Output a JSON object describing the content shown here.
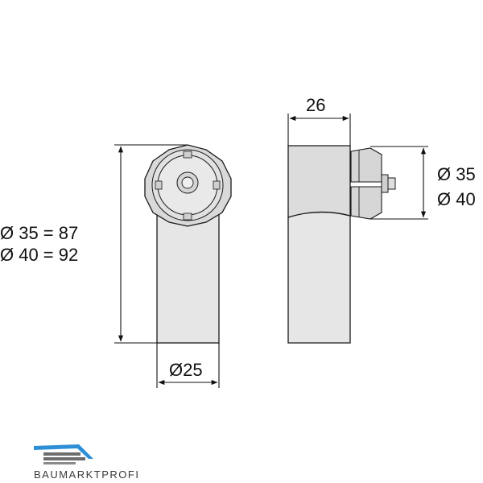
{
  "dimensions": {
    "height_lines": [
      "Ø 35 = 87",
      "Ø 40 = 92"
    ],
    "front_width": "Ø25",
    "side_width": "26",
    "diameter_lines": [
      "Ø 35",
      "Ø 40"
    ]
  },
  "logo": {
    "text": "BAUMARKTPROFI"
  },
  "colors": {
    "part_fill": "#e6e6e6",
    "outline": "#1a1a1a",
    "logo_blue": "#2f8fd6",
    "logo_gray": "#6d6d6d"
  }
}
